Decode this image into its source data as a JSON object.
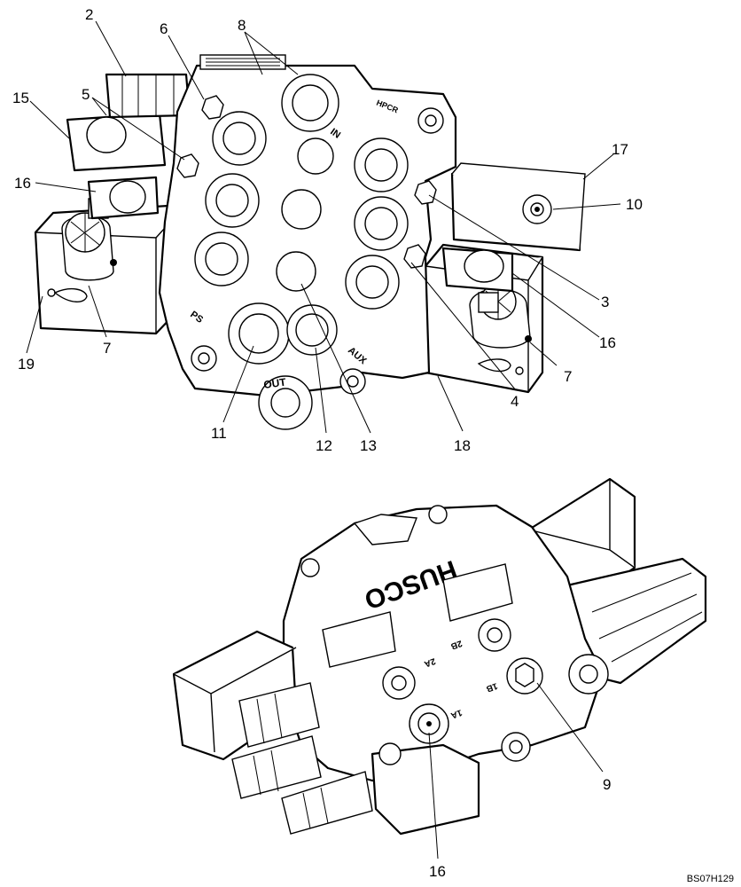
{
  "drawing_ref": "BS07H129",
  "engravings": {
    "brand": "HUSCO",
    "in_port": "IN",
    "out_port": "OUT",
    "aux_port": "AUX",
    "ps_port": "PS",
    "hpcr": "HPCR",
    "port_1a": "1A",
    "port_1b": "1B",
    "port_2a": "2A",
    "port_2b": "2B"
  },
  "callouts": [
    {
      "id": "c2",
      "label": "2"
    },
    {
      "id": "c6",
      "label": "6"
    },
    {
      "id": "c8",
      "label": "8"
    },
    {
      "id": "c15",
      "label": "15"
    },
    {
      "id": "c5",
      "label": "5"
    },
    {
      "id": "c16a",
      "label": "16"
    },
    {
      "id": "c17",
      "label": "17"
    },
    {
      "id": "c10",
      "label": "10"
    },
    {
      "id": "c3",
      "label": "3"
    },
    {
      "id": "c16b",
      "label": "16"
    },
    {
      "id": "c7a",
      "label": "7"
    },
    {
      "id": "c19",
      "label": "19"
    },
    {
      "id": "c7b",
      "label": "7"
    },
    {
      "id": "c4",
      "label": "4"
    },
    {
      "id": "c11",
      "label": "11"
    },
    {
      "id": "c12",
      "label": "12"
    },
    {
      "id": "c13",
      "label": "13"
    },
    {
      "id": "c18",
      "label": "18"
    },
    {
      "id": "c9",
      "label": "9"
    },
    {
      "id": "c16c",
      "label": "16"
    }
  ]
}
